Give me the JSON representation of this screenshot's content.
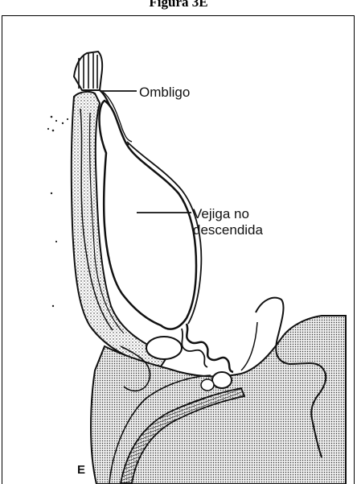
{
  "figure": {
    "title": "Figura 3E",
    "panel_letter": "E",
    "labels": {
      "umbilicus": "Ombligo",
      "bladder_line1": "Vejiga no",
      "bladder_line2": "descendida"
    }
  }
}
